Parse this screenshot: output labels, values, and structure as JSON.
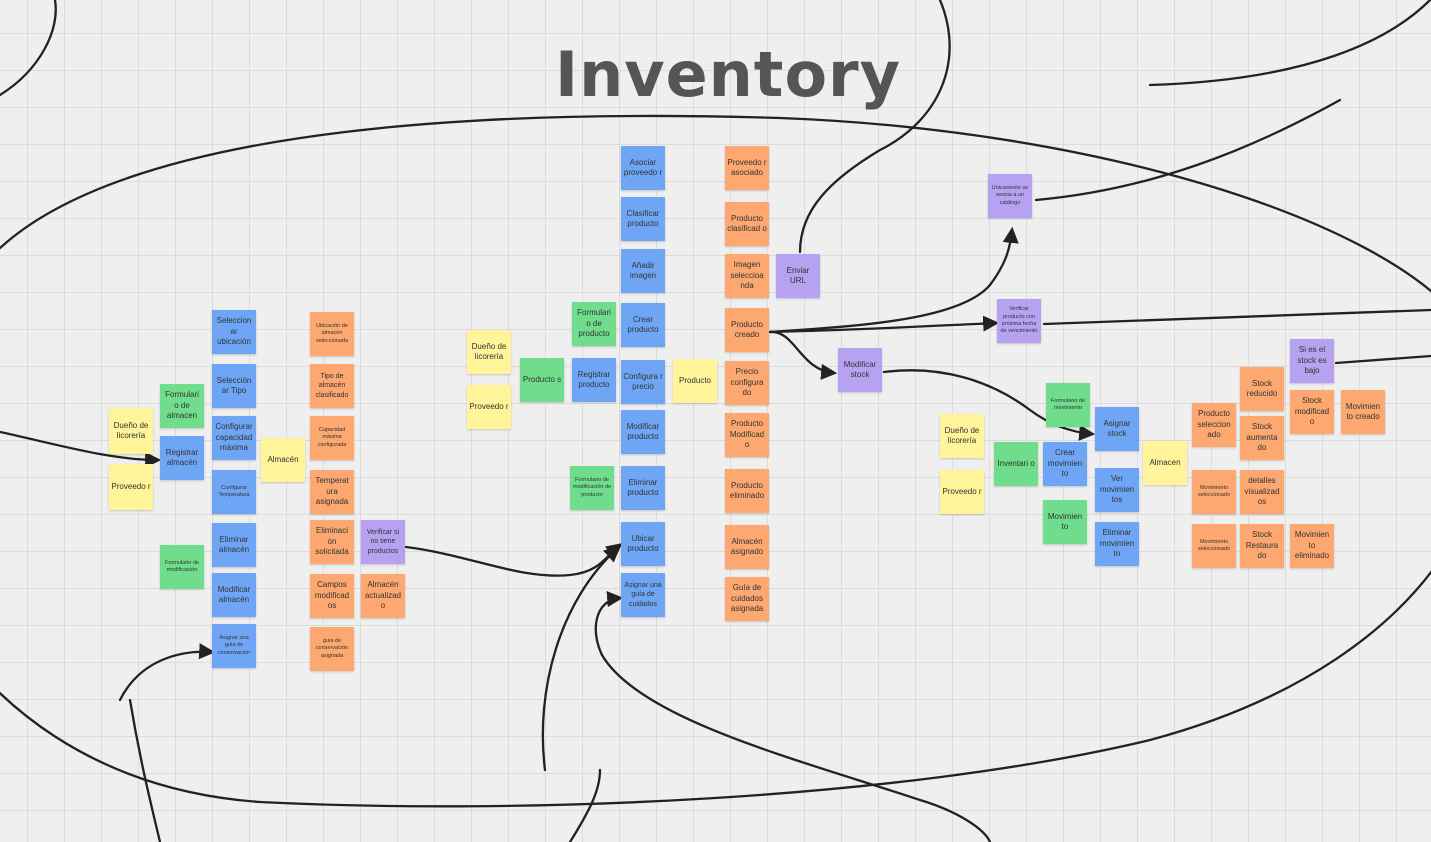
{
  "title": "Inventory",
  "colors": {
    "yellow": "#fff49a",
    "green": "#6fdd8b",
    "blue": "#6ea6f5",
    "orange": "#fca870",
    "purple": "#b7a2f2",
    "connector": "#222222",
    "title": "#555555"
  },
  "notes": {
    "almacen": {
      "dueno": "Dueño de licorería",
      "proveedor": "Proveedo r",
      "formulario_almacen": "Formulari o de almacen",
      "registrar_almacen": "Registrar almacén",
      "formulario_modificacion": "Formulario de modificación",
      "seleccionar_ubicacion": "Seleccion ar ubicación",
      "seleccionar_tipo": "Selección ar Tipo",
      "configurar_capacidad": "Configurar capacidad máxima",
      "configurar_temperatura": "Configurar Temperatura",
      "eliminar_almacen": "Eliminar almacén",
      "modificar_almacen": "Modificar almacén",
      "asignar_guia": "Asignar una guía de conservación",
      "almacen": "Almacén",
      "ubicacion_seleccionada": "Ubicación de almacén seleccionada",
      "tipo_clasificado": "Tipo de almacén clasificado",
      "capacidad_configurada": "Capacidad máxima configurada",
      "temperatura_asignada": "Temperat ura asignada",
      "eliminacion_solicitada": "Eliminaci ón solicitada",
      "verificar_productos": "Verificar si no tiene productos",
      "campos_modificados": "Campos modificad os",
      "almacen_actualizado": "Almacén actualizad o",
      "guia_asignada": "guía de conservación asignada"
    },
    "producto": {
      "dueno": "Dueño de licorería",
      "proveedor": "Proveedo r",
      "productos": "Producto s",
      "formulario_producto": "Formulari o de producto",
      "registrar_producto": "Registrar producto",
      "formulario_modificacion": "Formulario de modificación de producto",
      "asociar_proveedor": "Asociar proveedo r",
      "clasificar_producto": "Clasificar producto",
      "anadir_imagen": "Añadir imagen",
      "crear_producto": "Crear producto",
      "configurar_precio": "Configura r precio",
      "modificar_producto": "Modificar producto",
      "eliminar_producto": "Eliminar producto",
      "ubicar_producto": "Ubicar producto",
      "asignar_guia": "Asignar una guía de cuidados",
      "producto": "Producto",
      "proveedor_asociado": "Proveedo r asociado",
      "producto_clasificado": "Producto clasificad o",
      "imagen_seleccionada": "Imagen seleccioa nda",
      "producto_creado": "Producto creado",
      "precio_configurado": "Precio configura do",
      "producto_modificado": "Producto Modificad o",
      "producto_eliminado": "Producto eliminado",
      "almacen_asignado": "Almacén asignado",
      "guia_cuidados_asignada": "Guía de cuidados asignada",
      "enviar_url": "Enviar URL",
      "modificar_stock": "Modificar stock",
      "catalogo": "Unicamente se asocia a un catálogo",
      "verificar_vencimiento": "Verificar producto con próxima fecha de vencimiento"
    },
    "inventario": {
      "dueno": "Dueño de licorería",
      "proveedor": "Proveedo r",
      "inventario": "Inventari o",
      "movimiento": "Movimien to",
      "formulario_movimiento": "Formulario de movimiento",
      "crear_movimiento": "Crear movimien to",
      "asignar_stock": "Asignar stock",
      "ver_movimientos": "Ver movimien tos",
      "eliminar_movimiento": "Eliminar movimien to",
      "almacen": "Almacen",
      "producto_seleccionado": "Producto seleccion ado",
      "movimiento_seleccionado_1": "Movimiento seleccionado",
      "movimiento_seleccionado_2": "Movimiento seleccionado",
      "stock_reducido": "Stock reducido",
      "stock_aumentado": "Stock aumenta do",
      "detalles_visualizados": "detalles visualizad os",
      "stock_restaurado": "Stock Restaura do",
      "si_stock_bajo": "Si es el stock es bajo",
      "stock_modificado": "Stock modificad o",
      "movimiento_creado": "Movimien to creado",
      "movimiento_eliminado": "Movimien to eliminado"
    }
  }
}
